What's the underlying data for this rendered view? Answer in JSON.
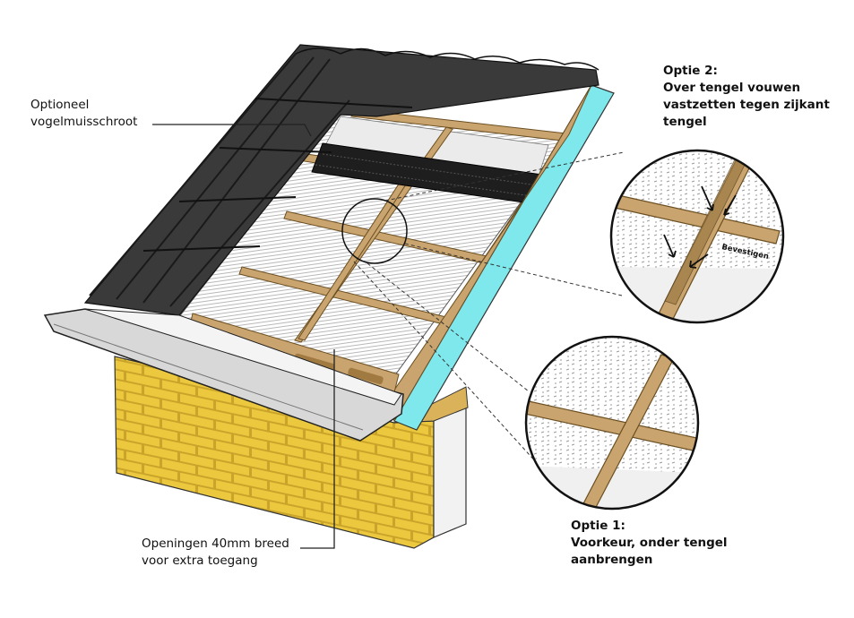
{
  "labels": {
    "vogelmuisschroot": [
      "Optioneel",
      "vogelmuisschroot"
    ],
    "openingen": [
      "Openingen 40mm breed",
      "voor extra toegang"
    ],
    "optie2": [
      "Optie 2:",
      "Over tengel vouwen",
      "vastzetten tegen zijkant",
      "tengel"
    ],
    "optie1": [
      "Optie 1:",
      "Voorkeur, onder tengel",
      "aanbrengen"
    ],
    "bevestigen": "Bevestigen"
  },
  "colors": {
    "tile": "#3a3a3a",
    "timber": "#c9a46e",
    "fascia": "#7ee8ec",
    "brick": "#e9c43a",
    "gutter": "#d8d8d8",
    "membrane": "#ececec"
  }
}
